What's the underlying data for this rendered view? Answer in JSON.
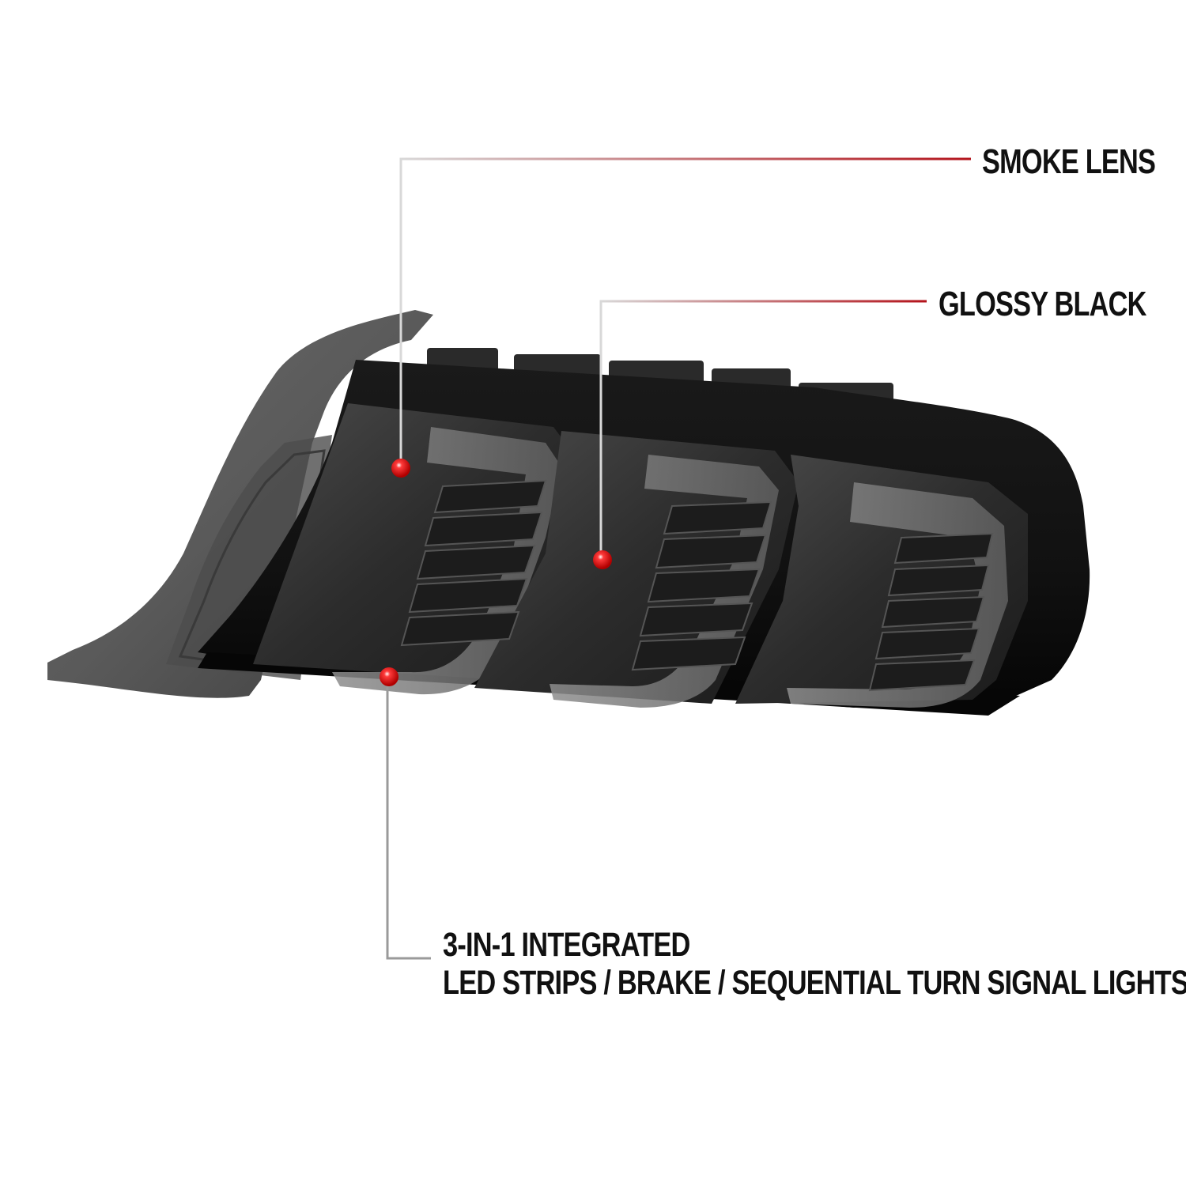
{
  "callouts": {
    "smoke_lens": "SMOKE LENS",
    "glossy_black": "GLOSSY BLACK",
    "integrated_line1": "3-IN-1 INTEGRATED",
    "integrated_line2": "LED STRIPS / BRAKE / SEQUENTIAL TURN SIGNAL LIGHTS"
  },
  "colors": {
    "background": "#ffffff",
    "leader_line_grey": "#9a9a9a",
    "leader_line_accent": "#b3121a",
    "marker_dot": "#d8141c",
    "lens_smoke": "#3a3a3a",
    "housing_grey": "#5a5a5a"
  },
  "icons": {
    "marker": "red-dot-marker-icon"
  }
}
